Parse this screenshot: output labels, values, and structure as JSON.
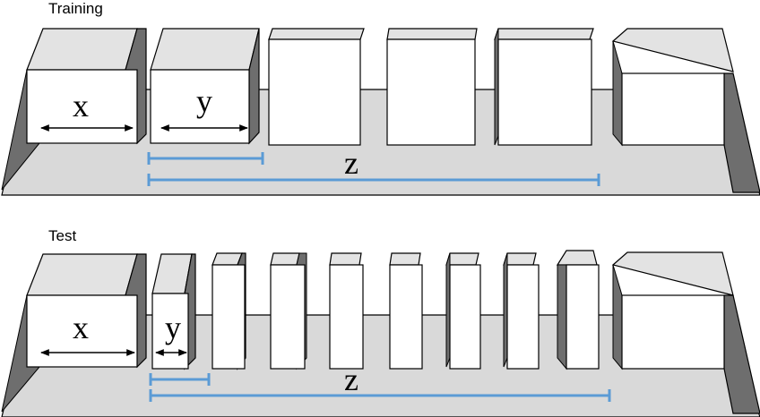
{
  "panels": {
    "training": {
      "label": "Training",
      "x_label": "x",
      "y_label": "y",
      "z_label": "z"
    },
    "test": {
      "label": "Test",
      "x_label": "x",
      "y_label": "y",
      "z_label": "z"
    }
  },
  "colors": {
    "floor": "#d9d9d9",
    "box_face": "#ffffff",
    "box_top": "#e3e3e3",
    "box_side": "#6e6e6e",
    "outline": "#000000",
    "measure_bracket": "#5b9bd5"
  }
}
